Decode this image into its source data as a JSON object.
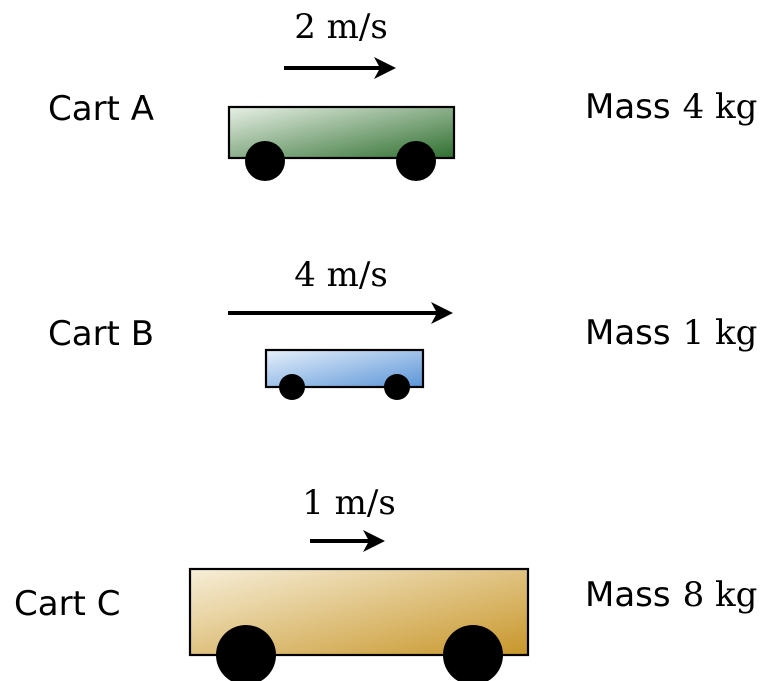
{
  "carts": [
    {
      "label": "Cart A",
      "speed_text": "2 m/s",
      "mass_prefix": "Mass",
      "mass_value": "4 kg",
      "color_light": "#e8f0e6",
      "color_dark": "#2f6f2f"
    },
    {
      "label": "Cart B",
      "speed_text": "4 m/s",
      "mass_prefix": "Mass",
      "mass_value": "1 kg",
      "color_light": "#e6f0fb",
      "color_dark": "#5b95d8"
    },
    {
      "label": "Cart C",
      "speed_text": "1 m/s",
      "mass_prefix": "Mass",
      "mass_value": "8 kg",
      "color_light": "#f7efd9",
      "color_dark": "#c8962a"
    }
  ]
}
